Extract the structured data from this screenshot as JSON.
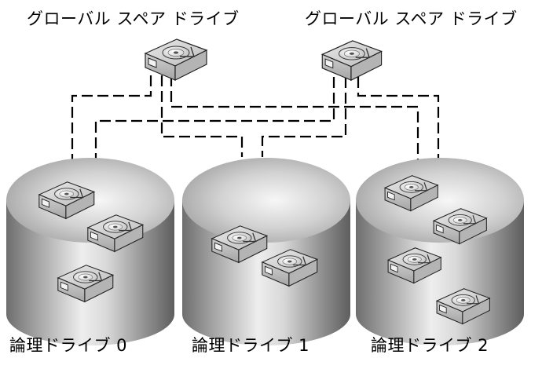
{
  "global_spares": [
    {
      "label": "グローバル スペア ドライブ",
      "icon": "hard-disk-icon"
    },
    {
      "label": "グローバル スペア ドライブ",
      "icon": "hard-disk-icon"
    }
  ],
  "logical_drives": [
    {
      "label": "論理ドライブ 0",
      "member_drives": 3
    },
    {
      "label": "論理ドライブ 1",
      "member_drives": 2
    },
    {
      "label": "論理ドライブ 2",
      "member_drives": 4
    }
  ],
  "colors": {
    "connection_line": "#000000",
    "cylinder_dark": "#7a7a7a",
    "cylinder_light": "#f0f0f0",
    "drive_box": "#d9d9d9"
  }
}
